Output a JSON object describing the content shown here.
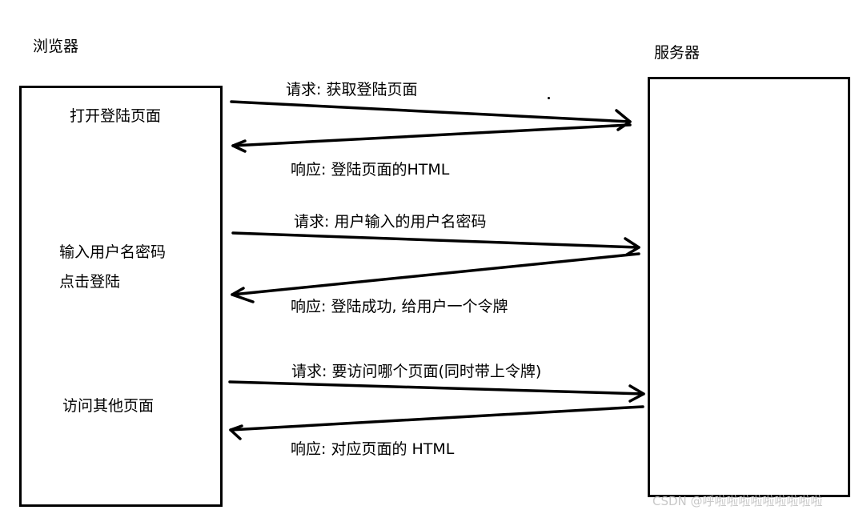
{
  "browser": {
    "title": "浏览器",
    "step1": "打开登陆页面",
    "step2_line1": "输入用户名密码",
    "step2_line2": "点击登陆",
    "step3": "访问其他页面"
  },
  "server": {
    "title": "服务器"
  },
  "messages": {
    "req1": "请求: 获取登陆页面",
    "res1": "响应: 登陆页面的HTML",
    "req2": "请求: 用户输入的用户名密码",
    "res2": "响应: 登陆成功, 给用户一个令牌",
    "req3": "请求: 要访问哪个页面(同时带上令牌)",
    "res3": "响应: 对应页面的 HTML"
  },
  "watermark": "CSDN @呼啦啦啦啦啦啦啦啦啦"
}
